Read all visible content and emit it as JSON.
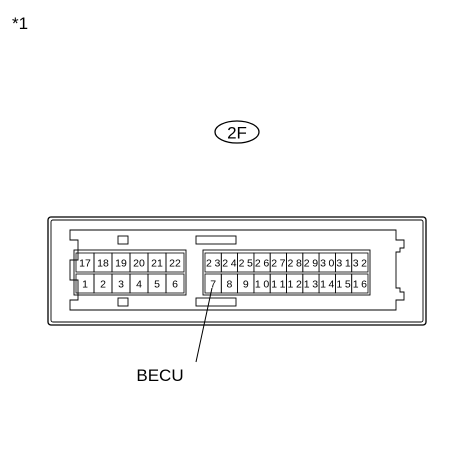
{
  "note": "*1",
  "connector": {
    "code": "2F",
    "callout_label": "BECU",
    "callout_pin": "7",
    "left_block": {
      "top_row": [
        "17",
        "18",
        "19",
        "20",
        "21",
        "22"
      ],
      "bottom_row": [
        "1",
        "2",
        "3",
        "4",
        "5",
        "6"
      ]
    },
    "right_block": {
      "top_row": [
        "23",
        "24",
        "25",
        "26",
        "27",
        "28",
        "29",
        "30",
        "31",
        "32"
      ],
      "bottom_row": [
        "7",
        "8",
        "9",
        "10",
        "11",
        "12",
        "13",
        "14",
        "15",
        "16"
      ]
    }
  }
}
